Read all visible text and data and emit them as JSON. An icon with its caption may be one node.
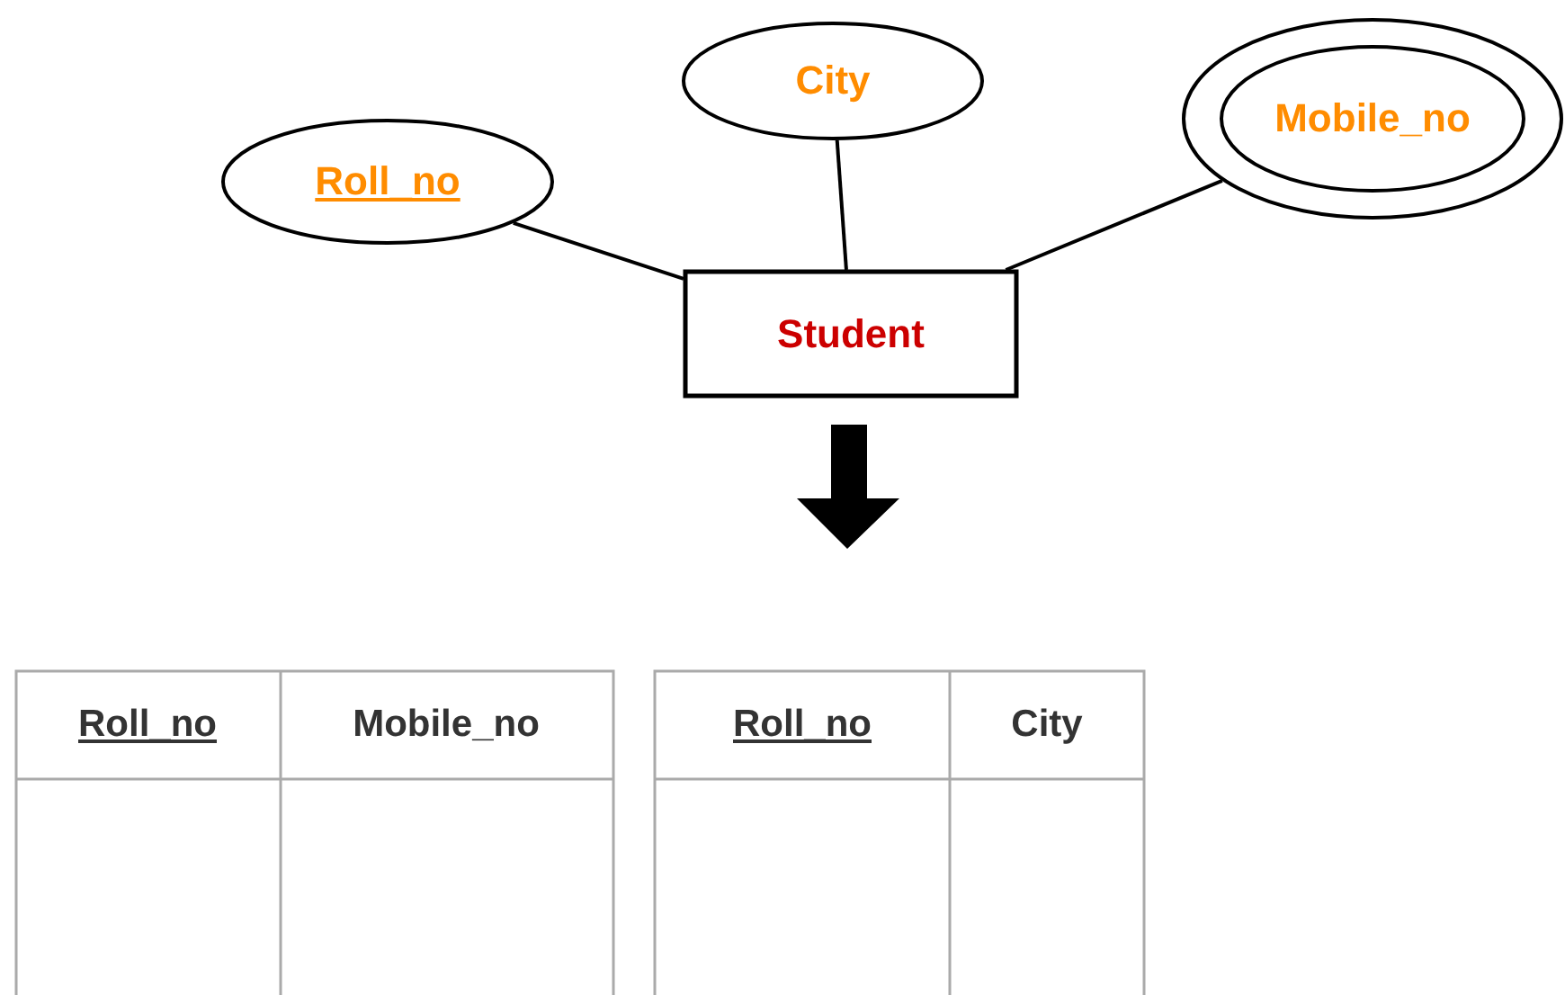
{
  "diagram": {
    "nodes": [
      {
        "text": [
          "Roll_no"
        ]
      },
      {
        "text": [
          "City"
        ]
      },
      {
        "text": [
          "Mobile_no"
        ]
      },
      {
        "text": [
          "Student"
        ]
      }
    ],
    "edges": [
      {
        "from": 3,
        "to": 0,
        "arrow": "none"
      },
      {
        "from": 3,
        "to": 1,
        "arrow": "none"
      },
      {
        "from": 3,
        "to": 2,
        "arrow": "none"
      }
    ],
    "labels": [
      "Roll_no",
      "Mobile_no",
      "Roll_no",
      "City"
    ]
  }
}
